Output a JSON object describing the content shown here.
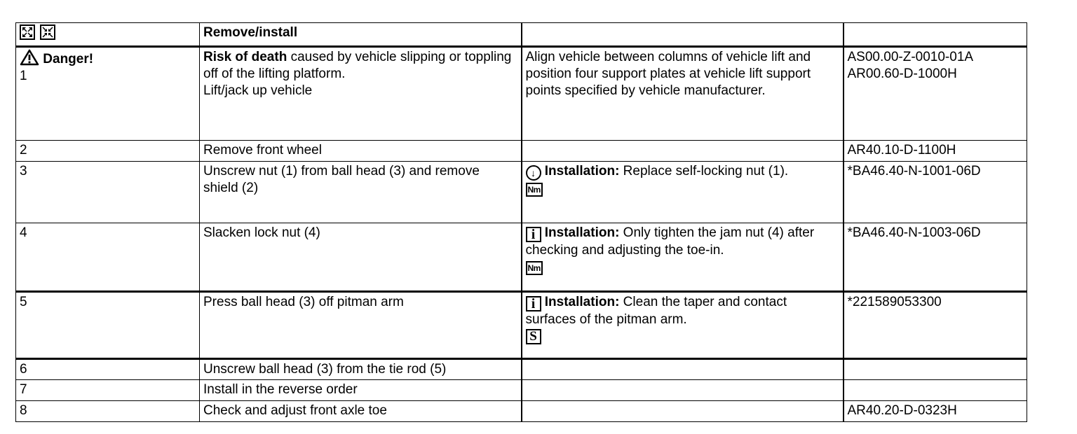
{
  "header": {
    "icons": [
      "expand-icon",
      "collapse-icon"
    ],
    "title": "Remove/install"
  },
  "danger": {
    "label": "Danger!",
    "risk_bold": "Risk of death",
    "risk_text": " caused by vehicle slipping or toppling off of the lifting platform.",
    "note": "Align vehicle between columns of vehicle lift and position four support plates  at vehicle lift support points specified by vehicle manufacturer.",
    "ref": "AS00.00-Z-0010-01A"
  },
  "steps": [
    {
      "num": "1",
      "action": "Lift/jack up vehicle",
      "ref": "AR00.60-D-1000H"
    },
    {
      "num": "2",
      "action": "Remove front wheel",
      "ref": "AR40.10-D-1100H"
    },
    {
      "num": "3",
      "action": "Unscrew nut (1) from ball head (3) and remove shield (2)",
      "note_label": "Installation:",
      "note_text": " Replace self-locking nut (1).",
      "tool_label": "Nm",
      "ref": "*BA46.40-N-1001-06D"
    },
    {
      "num": "4",
      "action": "Slacken lock nut (4)",
      "note_label": "Installation:",
      "note_text": " Only tighten the jam nut (4) after checking and adjusting the toe-in.",
      "tool_label": "Nm",
      "ref": "*BA46.40-N-1003-06D"
    },
    {
      "num": "5",
      "action": "Press ball head (3) off pitman arm",
      "note_label": "Installation:",
      "note_text": " Clean the taper and contact surfaces of the pitman arm.",
      "ref": "*221589053300"
    },
    {
      "num": "6",
      "action": "Unscrew ball head (3) from the tie rod (5)"
    },
    {
      "num": "7",
      "action": "Install in the reverse order"
    },
    {
      "num": "8",
      "action": "Check and adjust front axle toe",
      "ref": "AR40.20-D-0323H"
    }
  ],
  "icons": {
    "info": "i",
    "special_tool": "S"
  }
}
